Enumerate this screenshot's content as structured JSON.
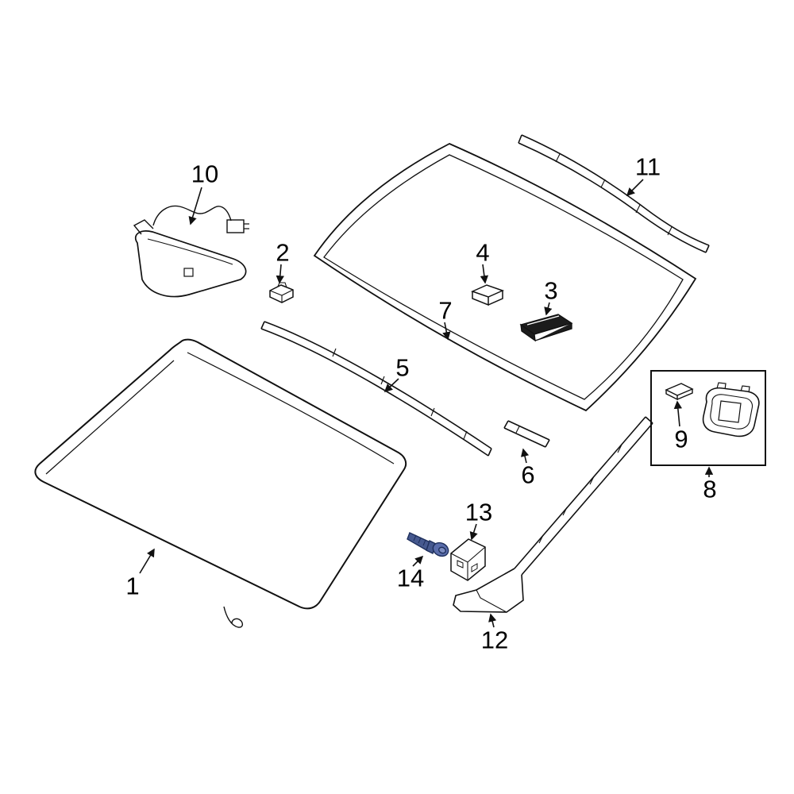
{
  "diagram": {
    "kind": "exploded-parts-diagram",
    "subject": "windshield-and-moldings",
    "background_color": "#ffffff",
    "line_color": "#111111",
    "highlight_color": "#46598f",
    "highlighted_label": "14",
    "label_count": 14
  },
  "labels": [
    {
      "text": "1"
    },
    {
      "text": "2"
    },
    {
      "text": "3"
    },
    {
      "text": "4"
    },
    {
      "text": "5"
    },
    {
      "text": "6"
    },
    {
      "text": "7"
    },
    {
      "text": "8"
    },
    {
      "text": "9"
    },
    {
      "text": "10"
    },
    {
      "text": "11"
    },
    {
      "text": "12"
    },
    {
      "text": "13"
    },
    {
      "text": "14"
    }
  ]
}
